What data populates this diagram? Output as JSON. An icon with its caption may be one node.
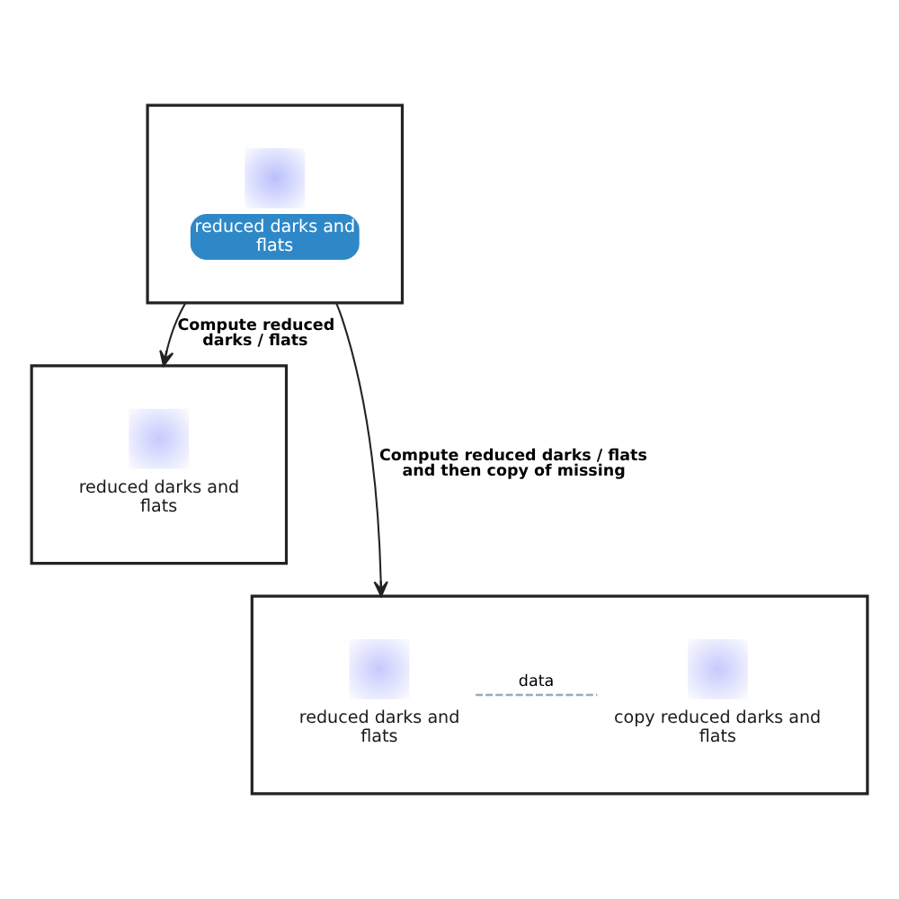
{
  "diagram": {
    "nodes": [
      {
        "text": [],
        "shape": "box"
      },
      {
        "text": [
          "reduced darks and flats"
        ],
        "in": 0
      },
      {
        "text": [],
        "shape": "box"
      },
      {
        "text": [
          "reduced darks and flats"
        ],
        "in": 2
      },
      {
        "text": [],
        "shape": "box"
      },
      {
        "text": [
          "reduced darks and flats"
        ],
        "in": 4
      },
      {
        "text": [
          "copy reduced darks and flats"
        ],
        "in": 4
      }
    ],
    "edges": [
      {
        "from": 0,
        "to": 2,
        "arrow": "to",
        "label": "Compute reduced darks / flats"
      },
      {
        "from": 0,
        "to": 4,
        "arrow": "to",
        "label": "Compute reduced darks / flats and then copy of missing"
      },
      {
        "from": 5,
        "to": 6,
        "arrow": "none",
        "label": "data",
        "style": "dashed",
        "color": "#9aabb5"
      }
    ]
  }
}
